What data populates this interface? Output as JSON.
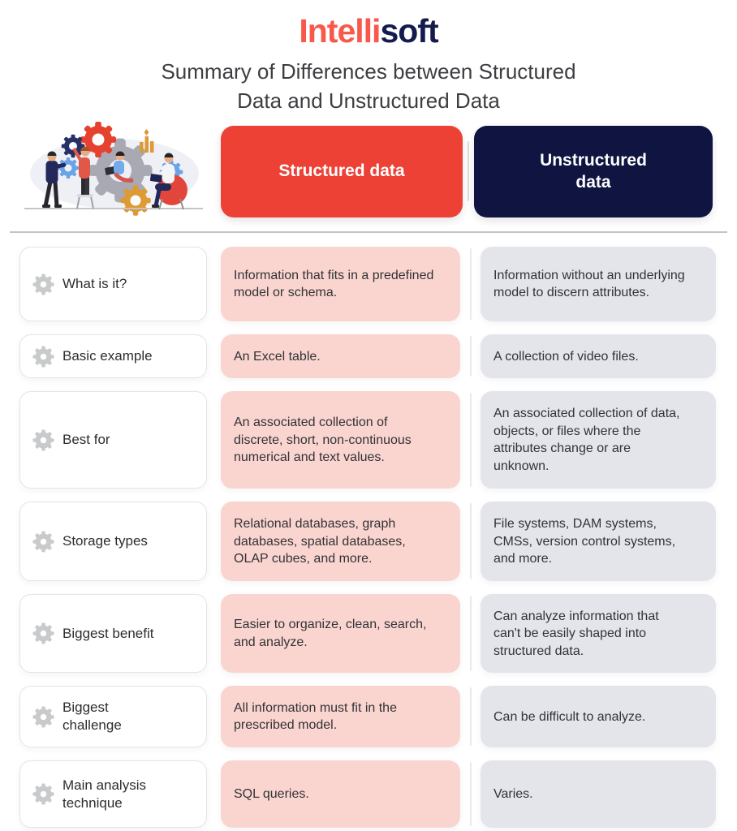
{
  "logo": {
    "part1": "Intelli",
    "part2": "soft"
  },
  "title": {
    "line1": "Summary of Differences between Structured",
    "line2": "Data and Unstructured Data"
  },
  "columns": {
    "structured": "Structured data",
    "unstructured": "Unstructured data"
  },
  "illustration": {
    "name": "people-working-with-gears"
  },
  "colors": {
    "logo_red": "#F8594A",
    "logo_navy": "#161B4E",
    "structured_header": "#EE4136",
    "unstructured_header": "#0F1441",
    "structured_cell": "#FAD5CF",
    "unstructured_cell": "#E4E4EB",
    "label_border": "#E4E4E7",
    "gear_icon": "#C9CACB",
    "title_text": "#3E3E42"
  },
  "rows": [
    {
      "label": "What is it?",
      "structured": "Information that fits in a predefined model or schema.",
      "unstructured": "Information without an underlying model to discern attributes."
    },
    {
      "label": "Basic example",
      "structured": "An Excel table.",
      "unstructured": "A collection of video files."
    },
    {
      "label": "Best for",
      "structured": "An associated collection of discrete, short, non-continuous numerical and text values.",
      "unstructured": "An associated collection of data, objects, or files where the attributes change or are unknown."
    },
    {
      "label": "Storage types",
      "structured": "Relational databases, graph databases, spatial databases, OLAP cubes, and more.",
      "unstructured": "File systems, DAM systems, CMSs, version control systems, and more."
    },
    {
      "label": "Biggest benefit",
      "structured": "Easier to organize, clean, search, and analyze.",
      "unstructured": "Can analyze information that can't be easily shaped into structured data."
    },
    {
      "label": "Biggest challenge",
      "structured": "All information must fit in the prescribed model.",
      "unstructured": "Can be difficult to analyze."
    },
    {
      "label": "Main analysis technique",
      "structured": "SQL queries.",
      "unstructured": "Varies."
    }
  ]
}
